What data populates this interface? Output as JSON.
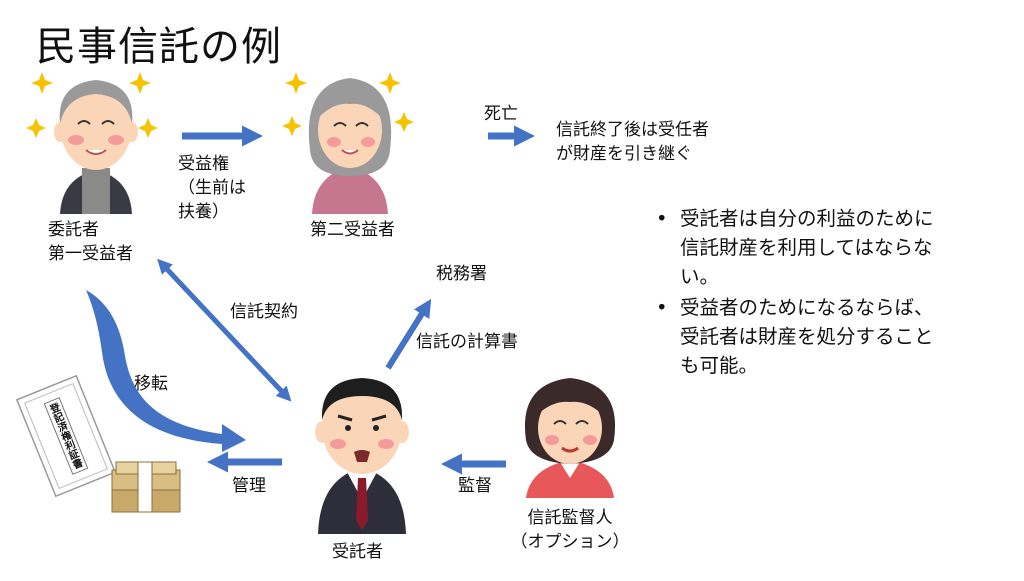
{
  "title": "民事信託の例",
  "people": {
    "settlor": {
      "line1": "委託者",
      "line2": "第一受益者"
    },
    "second_beneficiary": {
      "label": "第二受益者"
    },
    "trustee": {
      "label": "受託者"
    },
    "supervisor": {
      "line1": "信託監督人",
      "line2": "（オプション）"
    },
    "tax_office": {
      "label": "税務署"
    }
  },
  "flows": {
    "beneficial_right": {
      "line1": "受益権",
      "line2": "（生前は",
      "line3": "扶養）"
    },
    "death": "死亡",
    "after_end": {
      "line1": "信託終了後は受任者",
      "line2": "が財産を引き継ぐ"
    },
    "trust_contract": "信託契約",
    "tax_report": "信託の計算書",
    "transfer": "移転",
    "management": "管理",
    "supervision": "監督"
  },
  "certificate_text": "登記済権利証書",
  "notes": {
    "bullet": "•",
    "items": [
      [
        "受託者は自分の利益のために",
        "信託財産を利用してはならな",
        "い。"
      ],
      [
        "受益者のためになるならば、",
        "受託者は財産を処分すること",
        "も可能。"
      ]
    ]
  },
  "colors": {
    "arrow": "#4472C4",
    "skin": "#FBD5B8",
    "cheek": "#F59A9A",
    "hair_gray": "#9A9A9A",
    "pink_shirt": "#C77690",
    "suit": "#2E2E3A",
    "star": "#F5C400"
  }
}
